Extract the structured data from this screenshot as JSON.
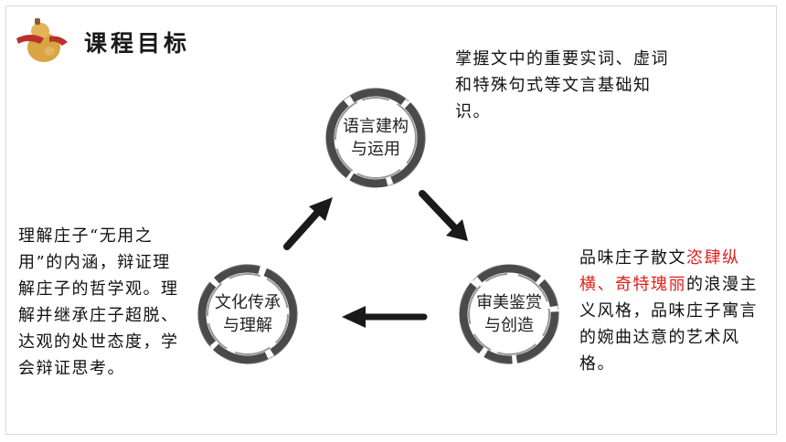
{
  "header": {
    "title": "课程目标",
    "icon": "gourd-icon"
  },
  "nodes": [
    {
      "id": "language",
      "label": "语言建构与运用"
    },
    {
      "id": "aesthetic",
      "label": "审美鉴赏与创造"
    },
    {
      "id": "culture",
      "label": "文化传承与理解"
    }
  ],
  "texts": {
    "language": "掌握文中的重要实词、虚词和特殊句式等文言基础知识。",
    "culture": "理解庄子“无用之用”的内涵，辩证理解庄子的哲学观。理解并继承庄子超脱、达观的处世态度，学会辩证思考。",
    "aesthetic": {
      "before": "品味庄子散文",
      "highlight": "恣肆纵横、奇特瑰丽",
      "after": "的浪漫主义风格，品味庄子寓言的婉曲达意的艺术风格。"
    }
  },
  "colors": {
    "highlight": "#e0201b",
    "ink": "#1a1a1a",
    "gourd": "#d9a441",
    "ribbon": "#b8322a"
  }
}
